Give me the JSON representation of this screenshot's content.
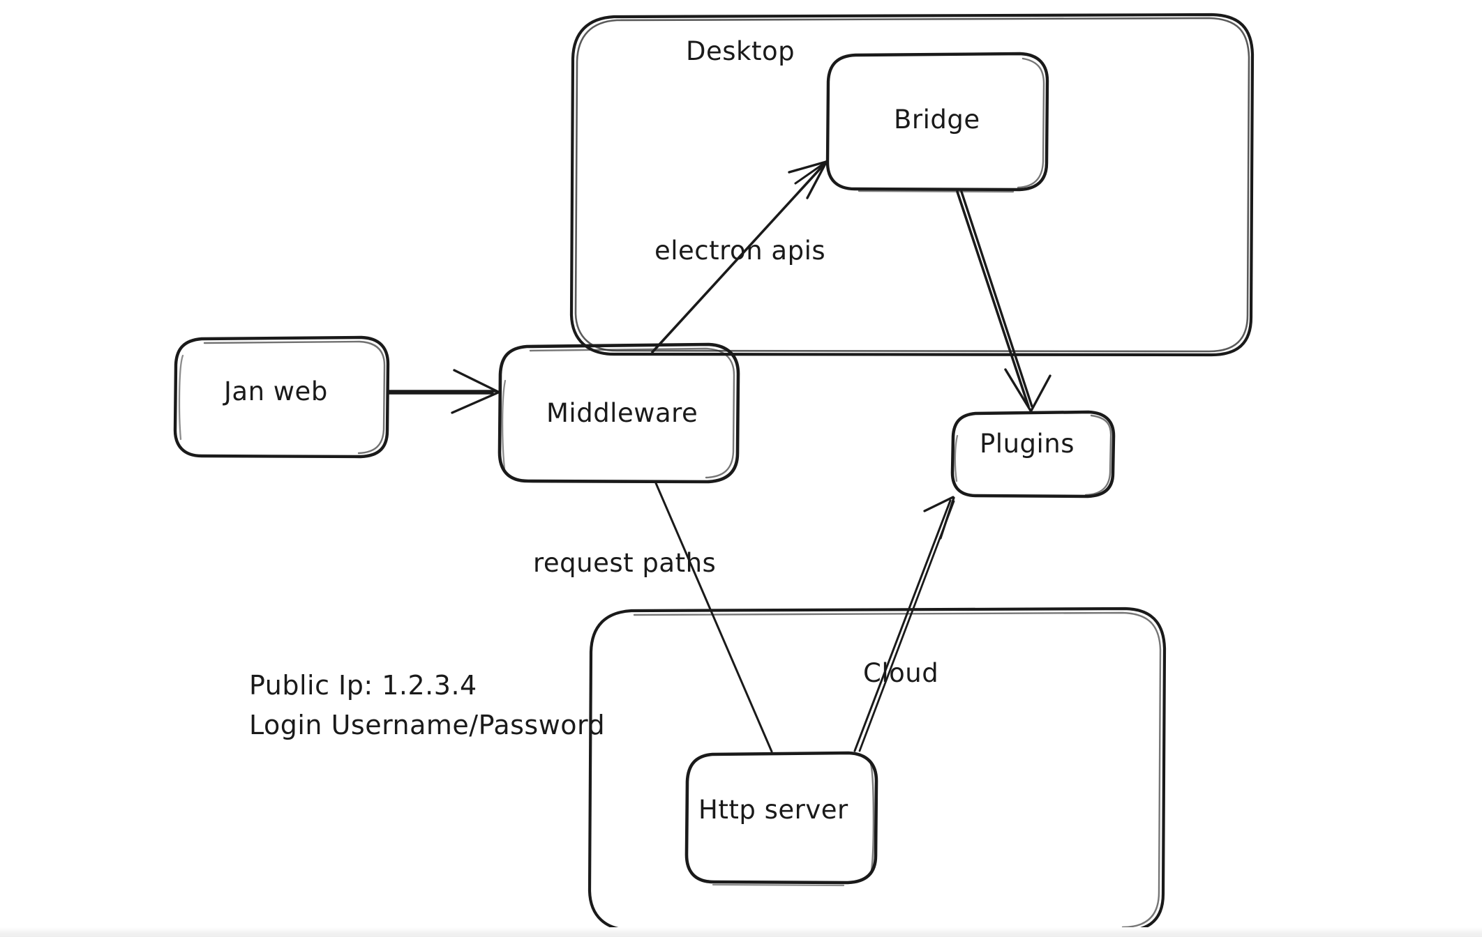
{
  "diagram": {
    "title_present": false,
    "style": "hand-drawn whiteboard sketch",
    "stroke_color": "#1a1a1a",
    "background_color": "#ffffff",
    "groups": [
      {
        "id": "desktop",
        "label": "Desktop"
      },
      {
        "id": "cloud_group",
        "label": ""
      }
    ],
    "nodes": [
      {
        "id": "jan_web",
        "label": "Jan web"
      },
      {
        "id": "middleware",
        "label": "Middleware"
      },
      {
        "id": "bridge",
        "label": "Bridge"
      },
      {
        "id": "plugins",
        "label": "Plugins"
      },
      {
        "id": "http_server",
        "label": "Http server"
      }
    ],
    "edges": [
      {
        "id": "e1",
        "from": "jan_web",
        "to": "middleware",
        "label": ""
      },
      {
        "id": "e2",
        "from": "middleware",
        "to": "bridge",
        "label": "electron apis"
      },
      {
        "id": "e3",
        "from": "bridge",
        "to": "plugins",
        "label": ""
      },
      {
        "id": "e4",
        "from": "http_server",
        "to": "middleware",
        "label": "request paths"
      },
      {
        "id": "e5",
        "from": "http_server",
        "to": "plugins",
        "label": "Cloud"
      }
    ],
    "notes": {
      "public_ip": "Public Ip: 1.2.3.4",
      "login": "Login Username/Password"
    }
  }
}
